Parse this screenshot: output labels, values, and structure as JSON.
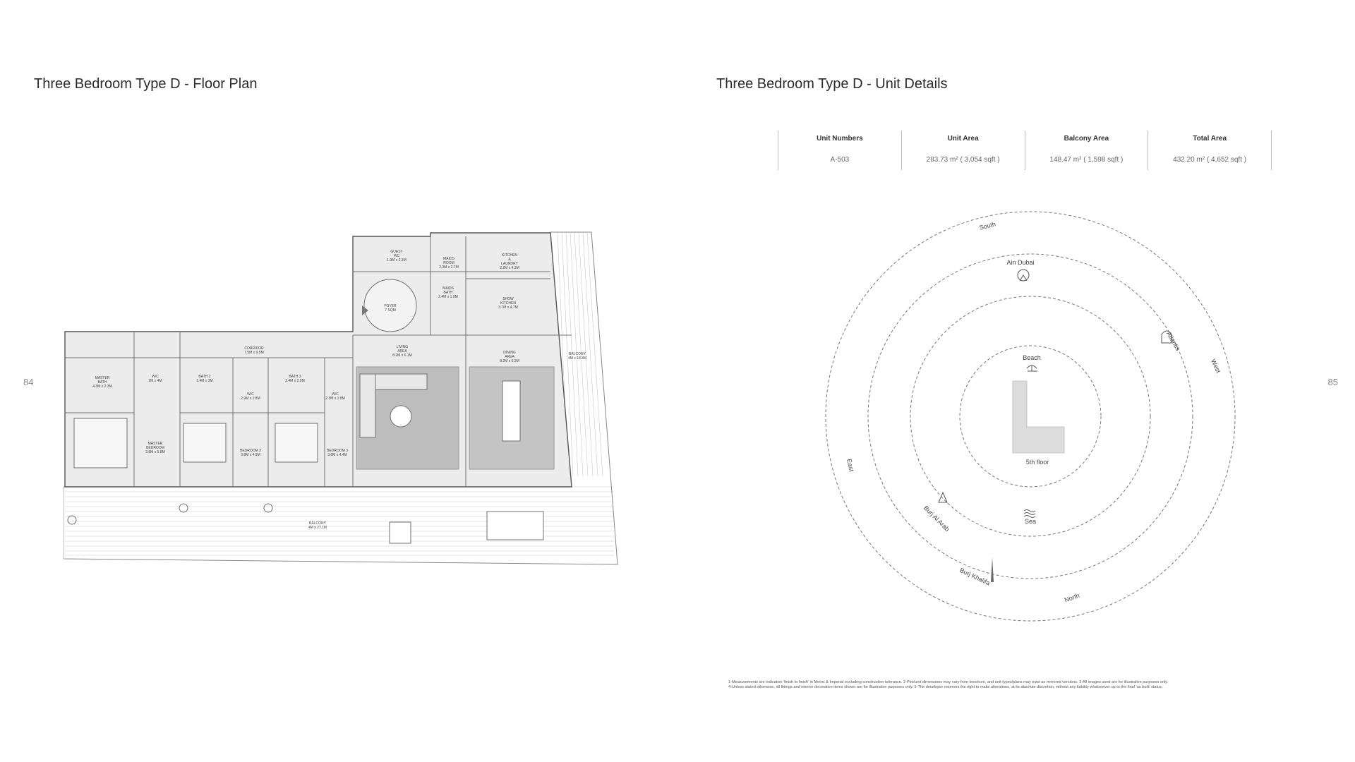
{
  "left_page": {
    "title": "Three Bedroom Type D -  Floor Plan",
    "page_number": "84"
  },
  "right_page": {
    "title": "Three Bedroom Type D -  Unit Details",
    "page_number": "85"
  },
  "unit_details": {
    "headers": [
      "Unit Numbers",
      "Unit Area",
      "Balcony Area",
      "Total Area"
    ],
    "values": [
      "A-503",
      "283.73 m² ( 3,054 sqft )",
      "148.47 m² ( 1,598 sqft )",
      "432.20 m² ( 4,652 sqft )"
    ]
  },
  "floor_plan": {
    "rooms": {
      "guest_wc": [
        "GUEST",
        "WC",
        "1.9M x 2.3M"
      ],
      "maids_room": [
        "MAIDS",
        "ROOM",
        "2.3M x 2.7M"
      ],
      "kitchen_laundry": [
        "KITCHEN",
        "&",
        "LAUNDRY",
        "2.2M x 4.3M"
      ],
      "maids_bath": [
        "MAIDS",
        "BATH",
        "2.4M x 1.9M"
      ],
      "show_kitchen": [
        "SHOW",
        "KITCHEN",
        "3.7M x 4.7M"
      ],
      "foyer": [
        "FOYER",
        "7 SQM"
      ],
      "corridor": [
        "CORRIDOR",
        "7.5M x 9.5M"
      ],
      "living_area": [
        "LIVING",
        "AREA",
        "8.2M x 6.1M"
      ],
      "dining_area": [
        "DINING",
        "AREA",
        "8.2M x 5.3M"
      ],
      "balcony_side": [
        "BALCONY",
        "4M x 18.3M"
      ],
      "master_bath": [
        "MASTER",
        "BATH",
        "4.3M x 2.3M"
      ],
      "wic_master": [
        "W/C",
        "2M x 4M"
      ],
      "master_bedroom": [
        "MASTER",
        "BEDROOM",
        "3.8M x 5.8M"
      ],
      "bath_2": [
        "BATH 2",
        "2.4M x 3M"
      ],
      "wic_2": [
        "W/C",
        "2.9M x 1.8M"
      ],
      "bedroom_2": [
        "BEDROOM 2",
        "3.8M x 4.9M"
      ],
      "bath_3": [
        "BATH 3",
        "2.4M x 2.9M"
      ],
      "wic_3": [
        "W/C",
        "2.3M x 1.8M"
      ],
      "bedroom_3": [
        "BEDROOM 3",
        "3.8M x 4.4M"
      ],
      "balcony_front": [
        "BALCONY",
        "4M x 27.1M"
      ]
    }
  },
  "orientation_map": {
    "directions": [
      "South",
      "West",
      "North",
      "East"
    ],
    "landmarks": [
      "Ain Dubai",
      "Atlantis",
      "Beach",
      "Sea",
      "Burj Al Arab",
      "Burj Khalifa"
    ],
    "center_label": "5th floor"
  },
  "footnote": {
    "line1": "1-Measurements are indicative 'finish to finish' in Metric & Imperial excluding construction tolerance. 2-Plot/unit dimensions may vary from brochure, and unit types/plans may exist as mirrored versions. 3-All images used are for illustrative purposes only.",
    "line2": "4-Unless stated otherwise, all fittings and interior decorative items shown are for illustrative purposes only. 5-The developer reserves the right to make alterations, at its absolute discretion, without any liability whatsoever up to the final 'as built' status."
  }
}
